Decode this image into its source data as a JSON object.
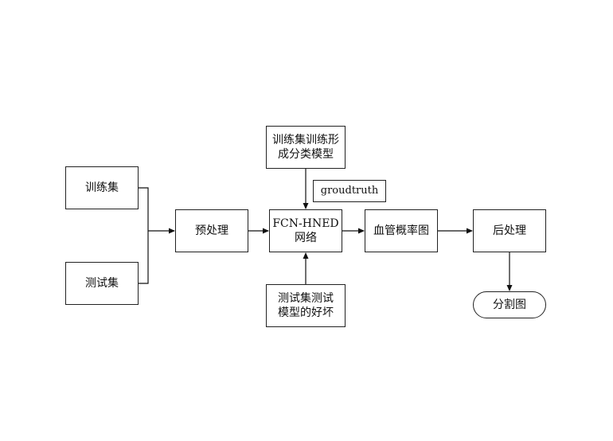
{
  "nodes": {
    "train_set": "训练集",
    "test_set": "测试集",
    "preprocess": "预处理",
    "train_model": "训练集训练形\n成分类模型",
    "groundtruth": "groudtruth",
    "fcn": "FCN-HNED\n网络",
    "test_model": "测试集测试\n模型的好坏",
    "vessel_prob": "血管概率图",
    "postprocess": "后处理",
    "segmentation": "分割图"
  }
}
